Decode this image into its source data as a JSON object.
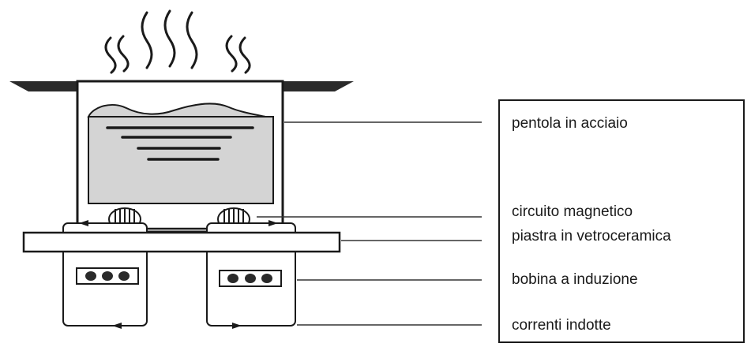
{
  "labels": {
    "pot": "pentola in acciaio",
    "magnetic_circuit": "circuito magnetico",
    "glass_plate": "piastra in vetroceramica",
    "coil": "bobina a induzione",
    "currents": "correnti indotte"
  },
  "colors": {
    "stroke": "#1a1a1a",
    "food": "#d4d4d4",
    "dark_fill": "#2a2a2a",
    "leader": "#333333",
    "background": "#ffffff"
  }
}
